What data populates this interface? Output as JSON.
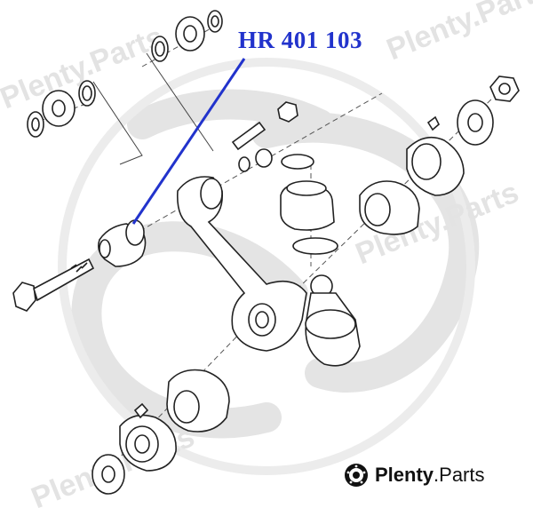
{
  "part_number": "HR 401 103",
  "watermark": {
    "text": "Plenty.Parts"
  },
  "brand": {
    "name": "Plenty",
    "suffix": ".Parts"
  },
  "colors": {
    "callout": "#2233cc",
    "line": "#222222",
    "watermark": "#e3e3e3"
  }
}
